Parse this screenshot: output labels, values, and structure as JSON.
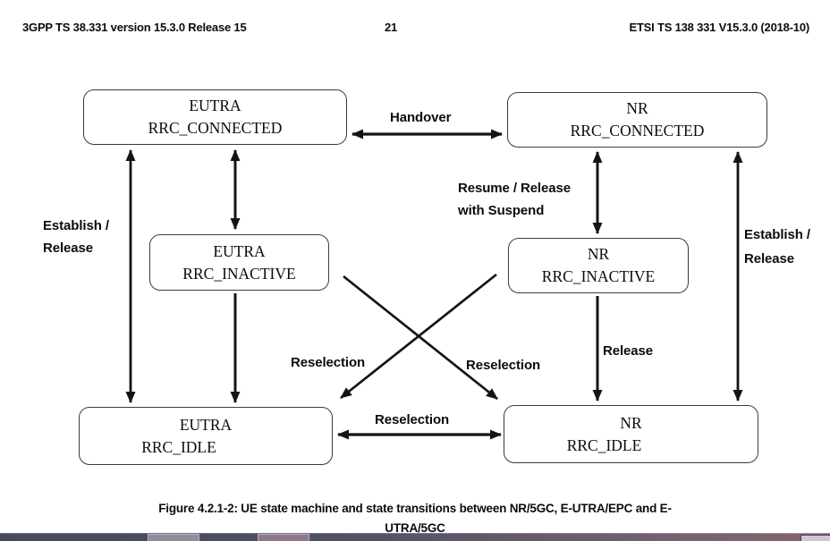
{
  "page": {
    "background": "#ffffff",
    "ink": "#111111",
    "box_border": "#3b3b3b"
  },
  "header": {
    "left": "3GPP TS 38.331 version 15.3.0 Release 15",
    "page_number": "21",
    "right": "ETSI TS 138 331 V15.3.0 (2018-10)"
  },
  "diagram": {
    "nodes": {
      "eutra_connected": {
        "line1": "EUTRA",
        "line2": "RRC_CONNECTED"
      },
      "nr_connected": {
        "line1": "NR",
        "line2": "RRC_CONNECTED"
      },
      "eutra_inactive": {
        "line1": "EUTRA",
        "line2": "RRC_INACTIVE"
      },
      "nr_inactive": {
        "line1": "NR",
        "line2": "RRC_INACTIVE"
      },
      "eutra_idle": {
        "line1": "EUTRA",
        "line2": "RRC_IDLE"
      },
      "nr_idle": {
        "line1": "NR",
        "line2": "RRC_IDLE"
      }
    },
    "edge_labels": {
      "handover": "Handover",
      "establish_release_left": {
        "line1": "Establish /",
        "line2": "Release"
      },
      "resume_release": {
        "line1": "Resume / Release",
        "line2": "with Suspend"
      },
      "establish_release_right": {
        "line1": "Establish /",
        "line2": "Release"
      },
      "release": "Release",
      "reselection_cross_left": "Reselection",
      "reselection_cross_right": "Reselection",
      "reselection_bottom": "Reselection"
    }
  },
  "caption": {
    "line1": "Figure 4.2.1-2: UE state machine and state transitions between NR/5GC, E-UTRA/EPC and E-",
    "line2": "UTRA/5GC"
  },
  "taskbar": {
    "left_color": "#4a4e60",
    "right_color": "#7a6471",
    "button1_color": "#8e8d9a",
    "button2_color": "#8d7888",
    "corner_color": "#cdc6d6"
  }
}
